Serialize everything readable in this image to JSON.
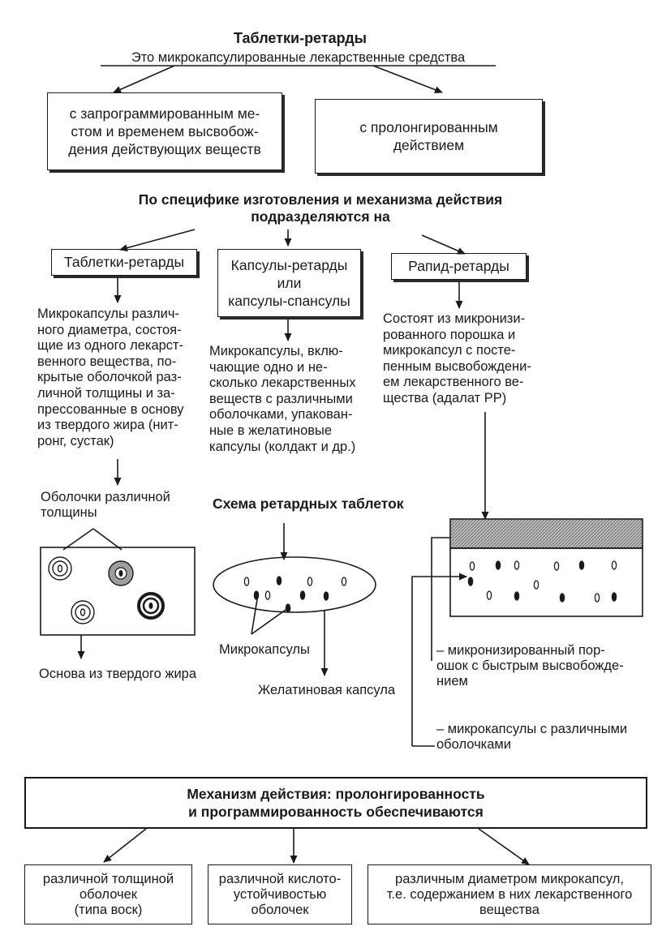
{
  "header": {
    "title": "Таблетки-ретарды",
    "subtitle": "Это микрокапсулированные лекарственные средства"
  },
  "top_boxes": {
    "left": "с запрограммированным ме-\nстом и временем высвобож-\nдения действующих веществ",
    "right": "с пролонгированным\nдействием"
  },
  "classification": {
    "heading": "По специфике изготовления и механизма действия\nподразделяются на",
    "types": [
      {
        "label": "Таблетки-ретарды",
        "description": "Микрокапсулы различ-\nного диаметра, состоя-\nщие из одного лекарст-\nвенного вещества, по-\nкрытые оболочкой раз-\nличной толщины и за-\nпрессованные в основу\nиз твердого жира (нит-\nронг, сустак)"
      },
      {
        "label": "Капсулы-ретарды\nили\nкапсулы-спансулы",
        "description": "Микрокапсулы, вклю-\nчающие одно и не-\nсколько лекарственных\nвеществ с различными\nоболочками, упакован-\nные в желатиновые\nкапсулы (колдакт и др.)"
      },
      {
        "label": "Рапид-ретарды",
        "description": "Состоят из микронизи-\nрованного порошка и\nмикрокапсул с посте-\nпенным высвобождени-\nем лекарственного ве-\nщества (адалат РР)"
      }
    ]
  },
  "schema": {
    "title": "Схема ретардных таблеток",
    "shells_label": "Оболочки различной\nтолщины",
    "base_label": "Основа из твердого жира",
    "microcapsules_label": "Микрокапсулы",
    "gelatin_label": "Желатиновая капсула",
    "powder_label": "– микронизированный пор-\nошок с быстрым высвобожде-\nнием",
    "capsules_label": "– микрокапсулы с различными\nоболочками"
  },
  "mechanism": {
    "heading": "Механизм действия: пролонгированность\nи программированность обеспечиваются",
    "items": [
      "различной толщиной\nоболочек\n(типа воск)",
      "различной кислото-\nустойчивостью\nоболочек",
      "различным диаметром микрокапсул,\nт.е. содержанием в них лекарственного\nвещества"
    ]
  }
}
